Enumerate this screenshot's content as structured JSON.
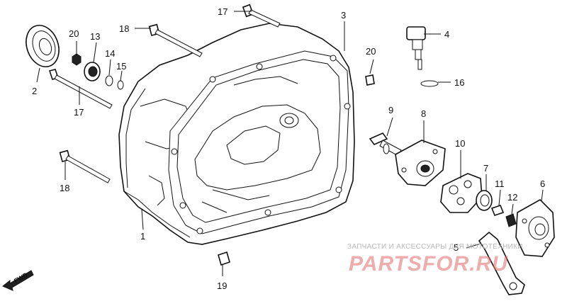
{
  "diagram": {
    "callouts": [
      {
        "id": "c1",
        "text": "1"
      },
      {
        "id": "c2",
        "text": "2"
      },
      {
        "id": "c3",
        "text": "3"
      },
      {
        "id": "c4",
        "text": "4"
      },
      {
        "id": "c5",
        "text": "5"
      },
      {
        "id": "c6",
        "text": "6"
      },
      {
        "id": "c7",
        "text": "7"
      },
      {
        "id": "c8",
        "text": "8"
      },
      {
        "id": "c9",
        "text": "9"
      },
      {
        "id": "c10",
        "text": "10"
      },
      {
        "id": "c11",
        "text": "11"
      },
      {
        "id": "c12",
        "text": "12"
      },
      {
        "id": "c13",
        "text": "13"
      },
      {
        "id": "c14",
        "text": "14"
      },
      {
        "id": "c15",
        "text": "15"
      },
      {
        "id": "c16",
        "text": "16"
      },
      {
        "id": "c17a",
        "text": "17"
      },
      {
        "id": "c17b",
        "text": "17"
      },
      {
        "id": "c18a",
        "text": "18"
      },
      {
        "id": "c18b",
        "text": "18"
      },
      {
        "id": "c19",
        "text": "19"
      },
      {
        "id": "c20a",
        "text": "20"
      },
      {
        "id": "c20b",
        "text": "20"
      }
    ],
    "fwd_label": "FWD"
  },
  "watermark": {
    "caption": "ЗАПЧАСТИ И АКСЕССУАРЫ ДЛЯ МОТОТЕХНИКИ",
    "brand": "PARTSFOR.RU",
    "color": "#e26a6a"
  }
}
